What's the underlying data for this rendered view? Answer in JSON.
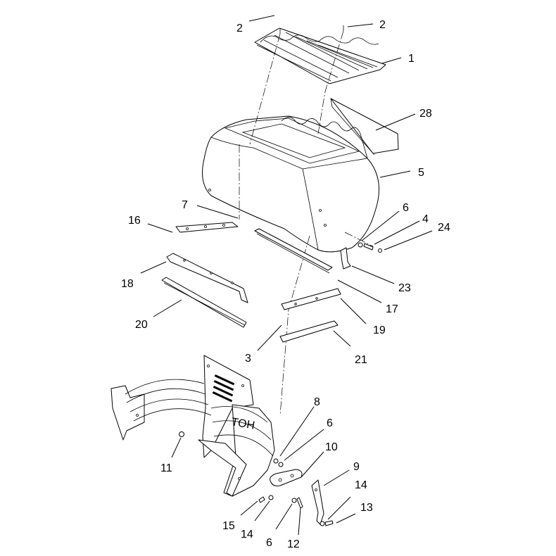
{
  "callouts": [
    {
      "id": "c2a",
      "label": "2"
    },
    {
      "id": "c2b",
      "label": "2"
    },
    {
      "id": "c1",
      "label": "1"
    },
    {
      "id": "c28",
      "label": "28"
    },
    {
      "id": "c5",
      "label": "5"
    },
    {
      "id": "c7",
      "label": "7"
    },
    {
      "id": "c6a",
      "label": "6"
    },
    {
      "id": "c4",
      "label": "4"
    },
    {
      "id": "c24",
      "label": "24"
    },
    {
      "id": "c16",
      "label": "16"
    },
    {
      "id": "c23",
      "label": "23"
    },
    {
      "id": "c18",
      "label": "18"
    },
    {
      "id": "c17",
      "label": "17"
    },
    {
      "id": "c20",
      "label": "20"
    },
    {
      "id": "c19",
      "label": "19"
    },
    {
      "id": "c3",
      "label": "3"
    },
    {
      "id": "c21",
      "label": "21"
    },
    {
      "id": "c8",
      "label": "8"
    },
    {
      "id": "c6b",
      "label": "6"
    },
    {
      "id": "c10",
      "label": "10"
    },
    {
      "id": "c11",
      "label": "11"
    },
    {
      "id": "c9",
      "label": "9"
    },
    {
      "id": "c14a",
      "label": "14"
    },
    {
      "id": "c13",
      "label": "13"
    },
    {
      "id": "c15",
      "label": "15"
    },
    {
      "id": "c14b",
      "label": "14"
    },
    {
      "id": "c6c",
      "label": "6"
    },
    {
      "id": "c12",
      "label": "12"
    }
  ],
  "frame_lettering": "TOH"
}
